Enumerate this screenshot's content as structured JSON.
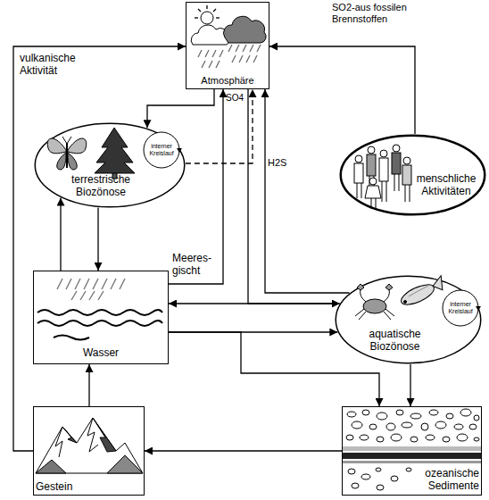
{
  "diagram": {
    "nodes": [
      {
        "text": [
          "Atmosphäre"
        ]
      },
      {
        "text": [
          "terrestrische Biozönose"
        ]
      },
      {
        "text": [
          "interner Kreislauf"
        ],
        "in": 1
      },
      {
        "text": [
          "menschliche Aktivitäten"
        ]
      },
      {
        "text": [
          "Wasser"
        ]
      },
      {
        "text": [
          "aquatische Biozönose"
        ]
      },
      {
        "text": [
          "interner Kreislauf"
        ],
        "in": 5
      },
      {
        "text": [
          "Gestein"
        ]
      },
      {
        "text": [
          "ozeanische Sedimente"
        ]
      }
    ],
    "edges": [
      {
        "from": 7,
        "to": 0,
        "label": "vulkanische Aktivität",
        "arrow": "to"
      },
      {
        "from": 3,
        "to": 0,
        "label": "SO2-aus fossilen Brennstoffen",
        "arrow": "to"
      },
      {
        "from": 0,
        "to": 1,
        "arrow": "to"
      },
      {
        "from": 1,
        "to": 0,
        "label": "H2S",
        "arrow": "to"
      },
      {
        "from": 4,
        "to": 0,
        "label": "Meeres- gischt",
        "arrow": "to"
      },
      {
        "from": 0,
        "to": 5,
        "arrow": "to"
      },
      {
        "from": 4,
        "to": 5,
        "arrow": "both"
      },
      {
        "from": 4,
        "to": 5,
        "arrow": "to"
      },
      {
        "from": 4,
        "to": 8,
        "arrow": "to"
      },
      {
        "from": 5,
        "to": 8,
        "arrow": "to"
      },
      {
        "from": 8,
        "to": 7,
        "arrow": "to"
      },
      {
        "from": 7,
        "to": 4,
        "arrow": "to"
      },
      {
        "from": 1,
        "to": 4,
        "arrow": "to"
      },
      {
        "from": 4,
        "to": 1,
        "arrow": "to"
      },
      {
        "from": 5,
        "to": 0,
        "arrow": "to"
      }
    ],
    "labels": [
      "SO4"
    ]
  }
}
